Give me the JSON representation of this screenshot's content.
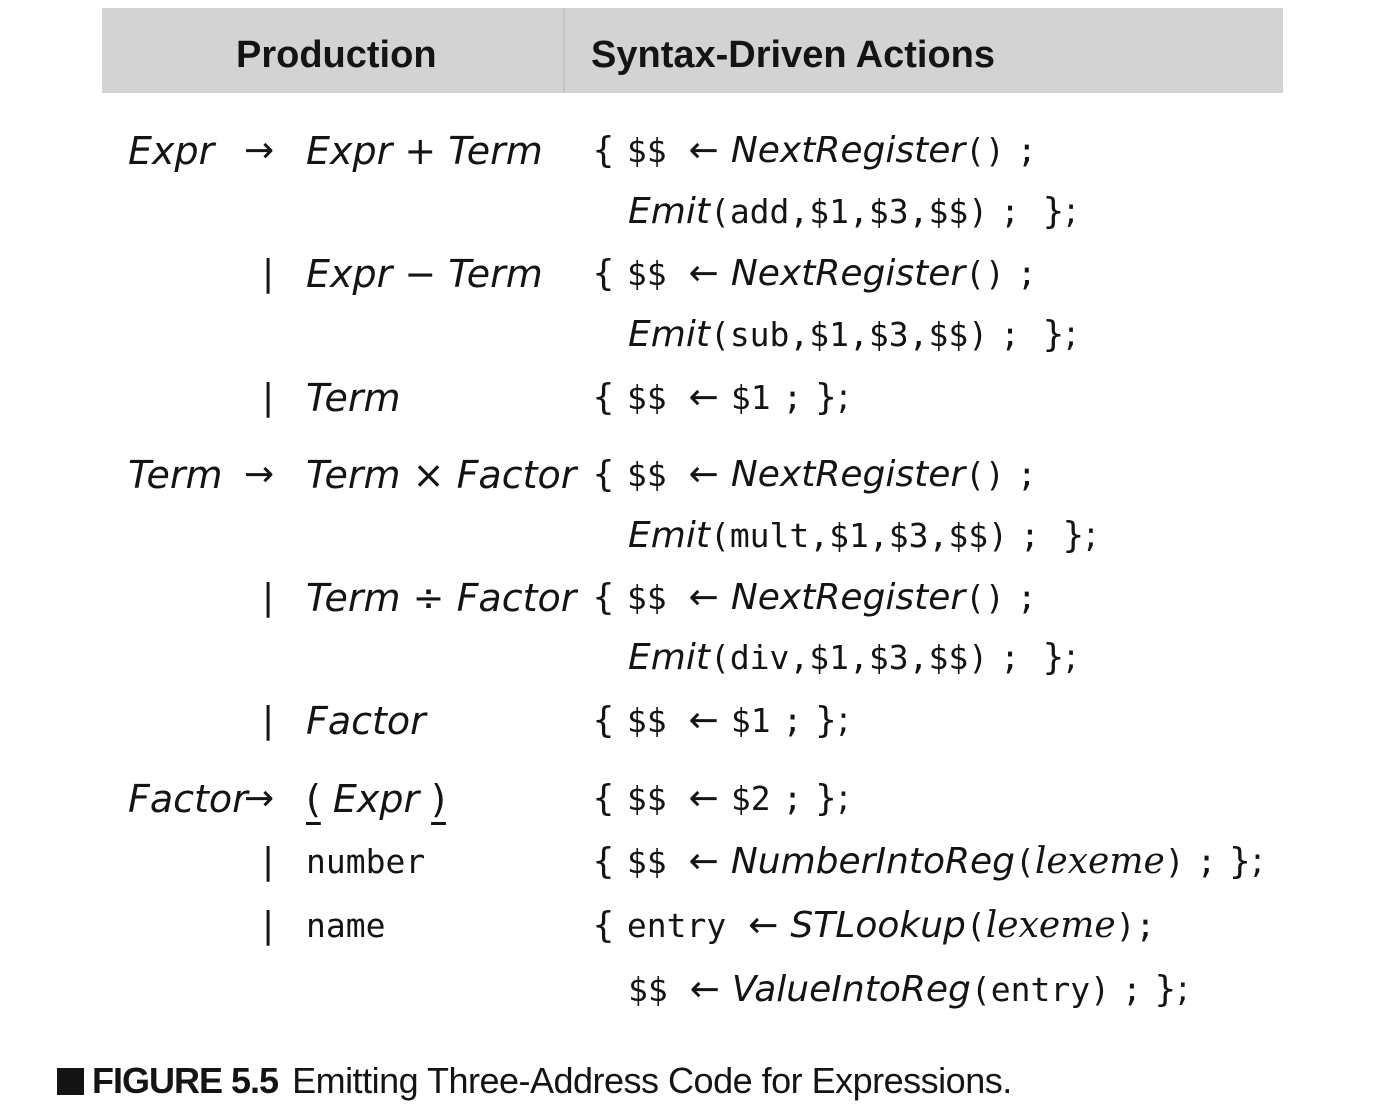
{
  "header": {
    "production_label": "Production",
    "actions_label": "Syntax-Driven Actions"
  },
  "grammar": {
    "arrow": "→",
    "bar": "|",
    "nt_expr": "Expr",
    "nt_term": "Term",
    "nt_factor": "Factor",
    "op_plus": "+",
    "op_minus": "−",
    "op_times": "×",
    "op_div": "÷",
    "lparen": "(",
    "rparen": ")",
    "number": "number",
    "name": "name"
  },
  "actions": {
    "open": "{",
    "close": "};",
    "semi": ";",
    "dd": "$$",
    "d1": "$1",
    "d2": "$2",
    "d3": "$3",
    "assign": "←",
    "comma": ",",
    "lp": "(",
    "rp": ")",
    "lp_rp": "()",
    "next_register": "NextRegister",
    "emit": "Emit",
    "op_add": "add",
    "op_sub": "sub",
    "op_mult": "mult",
    "op_div": "div",
    "number_into_reg": "NumberIntoReg",
    "lexeme": "lexeme",
    "entry": "entry",
    "st_lookup": "STLookup",
    "value_into_reg": "ValueIntoReg"
  },
  "caption": {
    "figure_label": "FIGURE 5.5",
    "text": "Emitting Three-Address Code for Expressions."
  }
}
